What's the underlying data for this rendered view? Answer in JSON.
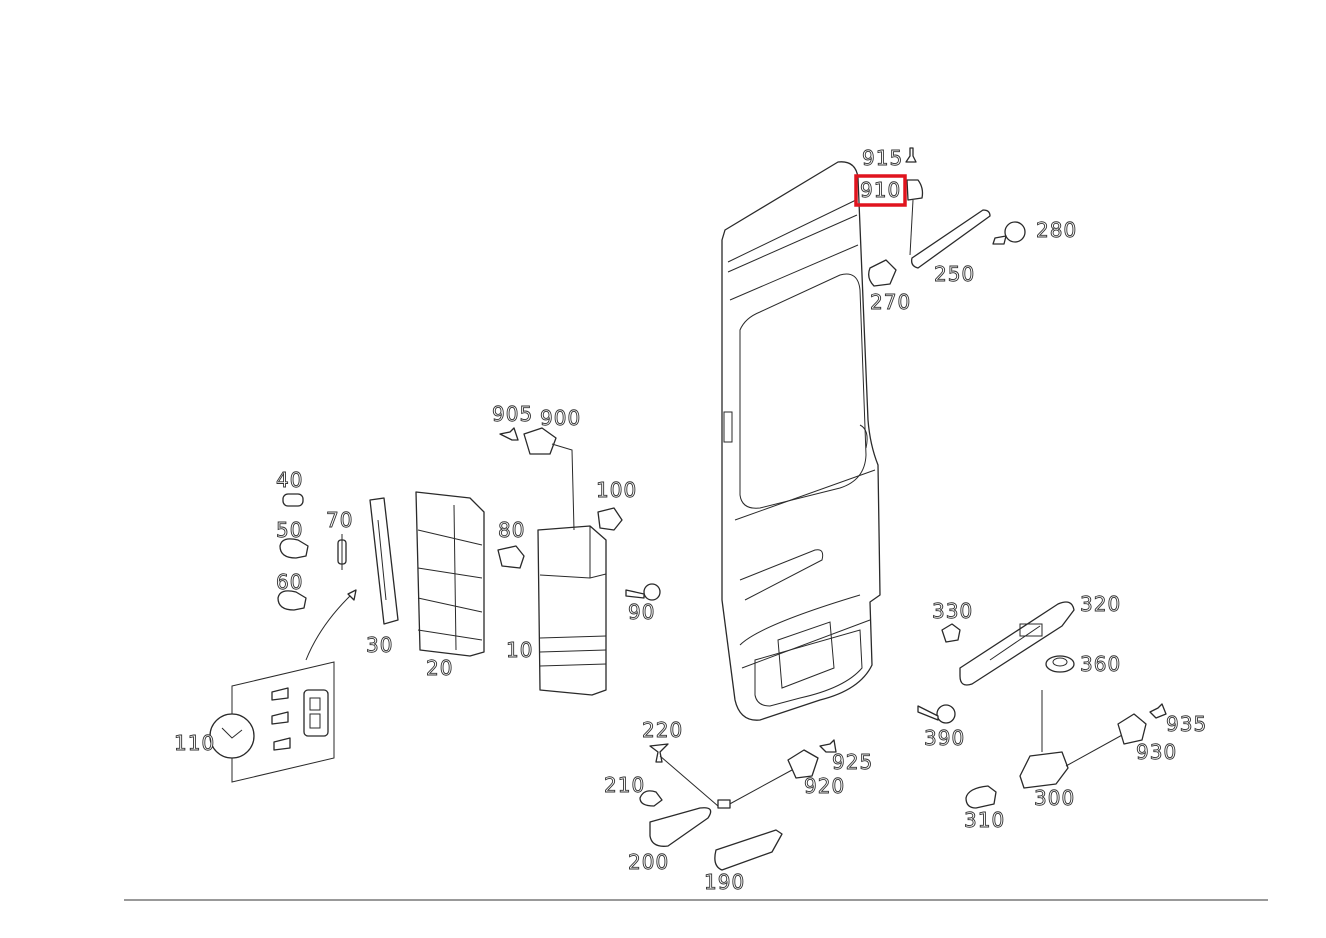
{
  "colors": {
    "highlight": "#e0141e",
    "line": "#2a2a2a"
  },
  "highlighted_part": "910",
  "labels": {
    "p10": "10",
    "p20": "20",
    "p30": "30",
    "p40": "40",
    "p50": "50",
    "p60": "60",
    "p70": "70",
    "p80": "80",
    "p90": "90",
    "p100": "100",
    "p110": "110",
    "p190": "190",
    "p200": "200",
    "p210": "210",
    "p220": "220",
    "p250": "250",
    "p270": "270",
    "p280": "280",
    "p300": "300",
    "p310": "310",
    "p320": "320",
    "p330": "330",
    "p360": "360",
    "p390": "390",
    "p900": "900",
    "p905": "905",
    "p910": "910",
    "p915": "915",
    "p920": "920",
    "p925": "925",
    "p930": "930",
    "p935": "935"
  }
}
